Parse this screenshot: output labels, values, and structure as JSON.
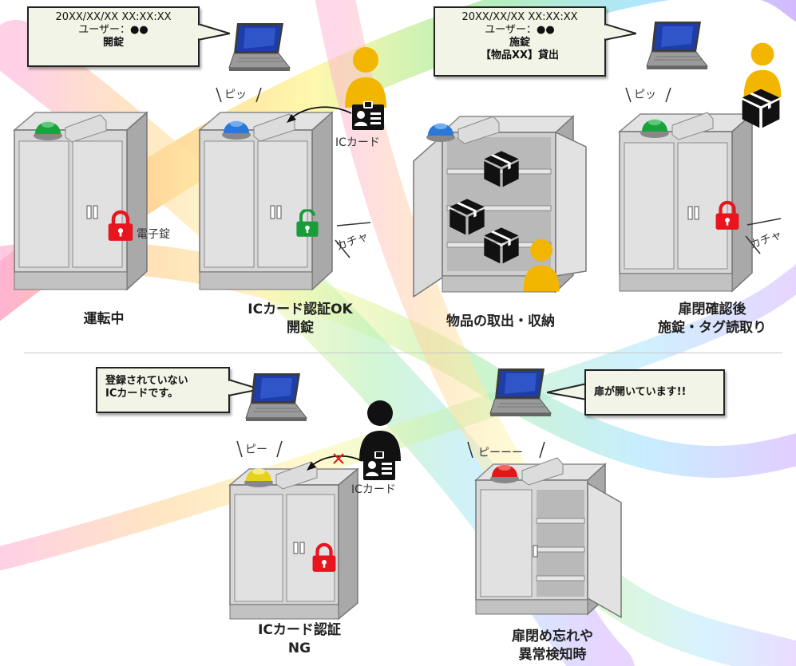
{
  "stages": [
    {
      "label_line1": "運転中",
      "label_line2": ""
    },
    {
      "label_line1": "ICカード認証OK",
      "label_line2": "開錠"
    },
    {
      "label_line1": "物品の取出・収納",
      "label_line2": ""
    },
    {
      "label_line1": "扉閉確認後",
      "label_line2": "施錠・タグ読取り"
    },
    {
      "label_line1": "ICカード認証",
      "label_line2": "NG"
    },
    {
      "label_line1": "扉閉め忘れや",
      "label_line2": "異常検知時"
    }
  ],
  "callouts": {
    "unlock": {
      "line1": "20XX/XX/XX  XX:XX:XX",
      "line2": "ユーザー：●●",
      "line3": "開錠"
    },
    "lock": {
      "line1": "20XX/XX/XX  XX:XX:XX",
      "line2": "ユーザー：●●",
      "line3": "施錠",
      "line4": "【物品XX】貸出"
    },
    "unregistered": {
      "line1": "登録されていない",
      "line2": "ICカードです。"
    },
    "door_open": {
      "line1": "扉が開いています!!"
    }
  },
  "sounds": {
    "beep_short": "ピッ",
    "beep_short_2": "ピッ",
    "beep": "ピー",
    "beep_long": "ピーーー",
    "click": "カチャ",
    "click_2": "カチャ"
  },
  "labels": {
    "electronic_lock": "電子錠",
    "ic_card": "ICカード",
    "ic_card_2": "ICカード"
  },
  "colors": {
    "lamp_green": "#19a33c",
    "lamp_blue": "#2a78d8",
    "lamp_yellow": "#e6d21e",
    "lamp_red": "#e01818",
    "lock_red": "#e8141e",
    "lock_green": "#1a9c3a",
    "person_yellow": "#f2b600",
    "person_black": "#111111",
    "callout_bg": "#f1f4e6"
  }
}
